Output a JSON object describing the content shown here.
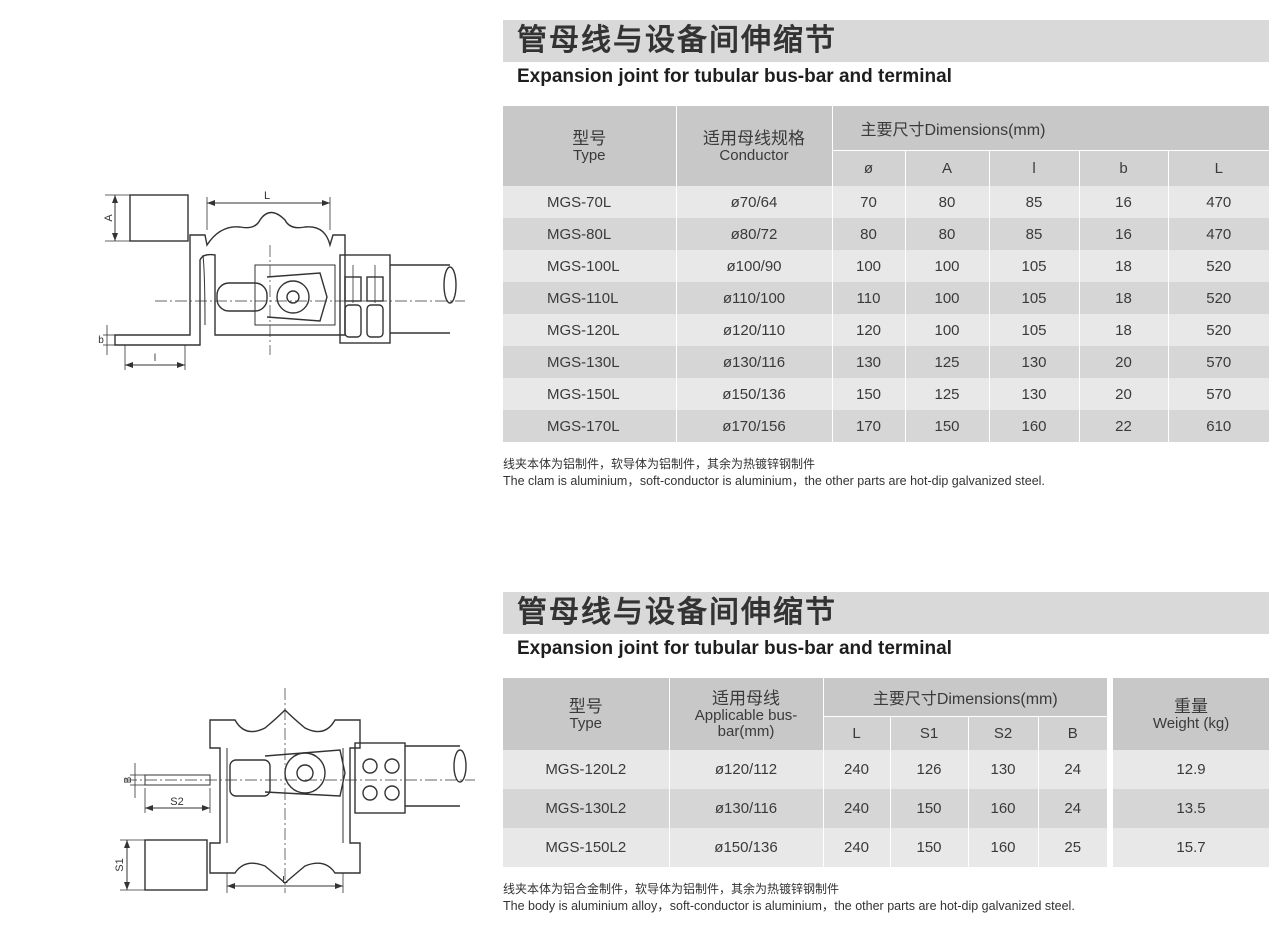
{
  "section1": {
    "title_cn": "管母线与设备间伸缩节",
    "title_en": "Expansion joint for tubular bus-bar and terminal",
    "header": {
      "type_cn": "型号",
      "type_en": "Type",
      "conductor_cn": "适用母线规格",
      "conductor_en": "Conductor",
      "dimensions": "主要尺寸Dimensions(mm)",
      "dim_cols": [
        "ø",
        "A",
        "l",
        "b",
        "L"
      ]
    },
    "rows": [
      {
        "type": "MGS-70L",
        "conductor": "ø70/64",
        "d1": "70",
        "d2": "80",
        "d3": "85",
        "d4": "16",
        "d5": "470"
      },
      {
        "type": "MGS-80L",
        "conductor": "ø80/72",
        "d1": "80",
        "d2": "80",
        "d3": "85",
        "d4": "16",
        "d5": "470"
      },
      {
        "type": "MGS-100L",
        "conductor": "ø100/90",
        "d1": "100",
        "d2": "100",
        "d3": "105",
        "d4": "18",
        "d5": "520"
      },
      {
        "type": "MGS-110L",
        "conductor": "ø110/100",
        "d1": "110",
        "d2": "100",
        "d3": "105",
        "d4": "18",
        "d5": "520"
      },
      {
        "type": "MGS-120L",
        "conductor": "ø120/110",
        "d1": "120",
        "d2": "100",
        "d3": "105",
        "d4": "18",
        "d5": "520"
      },
      {
        "type": "MGS-130L",
        "conductor": "ø130/116",
        "d1": "130",
        "d2": "125",
        "d3": "130",
        "d4": "20",
        "d5": "570"
      },
      {
        "type": "MGS-150L",
        "conductor": "ø150/136",
        "d1": "150",
        "d2": "125",
        "d3": "130",
        "d4": "20",
        "d5": "570"
      },
      {
        "type": "MGS-170L",
        "conductor": "ø170/156",
        "d1": "170",
        "d2": "150",
        "d3": "160",
        "d4": "22",
        "d5": "610"
      }
    ],
    "note_cn": "线夹本体为铝制件，软导体为铝制件，其余为热镀锌钢制件",
    "note_en": "The clam is aluminium，soft-conductor is aluminium，the other parts are hot-dip galvanized steel.",
    "drawing_labels": {
      "top": "L",
      "left": "A",
      "bottom_left": "b",
      "bottom": "l"
    }
  },
  "section2": {
    "title_cn": "管母线与设备间伸缩节",
    "title_en": "Expansion joint for tubular bus-bar and terminal",
    "header": {
      "type_cn": "型号",
      "type_en": "Type",
      "busbar_cn": "适用母线",
      "busbar_en": "Applicable bus-bar(mm)",
      "dimensions": "主要尺寸Dimensions(mm)",
      "dim_cols": [
        "L",
        "S1",
        "S2",
        "B"
      ],
      "weight_cn": "重量",
      "weight_en": "Weight (kg)"
    },
    "rows": [
      {
        "type": "MGS-120L2",
        "busbar": "ø120/112",
        "d1": "240",
        "d2": "126",
        "d3": "130",
        "d4": "24",
        "weight": "12.9"
      },
      {
        "type": "MGS-130L2",
        "busbar": "ø130/116",
        "d1": "240",
        "d2": "150",
        "d3": "160",
        "d4": "24",
        "weight": "13.5"
      },
      {
        "type": "MGS-150L2",
        "busbar": "ø150/136",
        "d1": "240",
        "d2": "150",
        "d3": "160",
        "d4": "25",
        "weight": "15.7"
      }
    ],
    "note_cn": "线夹本体为铝合金制件，软导体为铝制件，其余为热镀锌钢制件",
    "note_en": "The body is aluminium alloy，soft-conductor is aluminium，the other parts are hot-dip galvanized steel.",
    "drawing_labels": {
      "left": "B",
      "s2": "S2",
      "s1": "S1",
      "bottom": "L"
    }
  }
}
